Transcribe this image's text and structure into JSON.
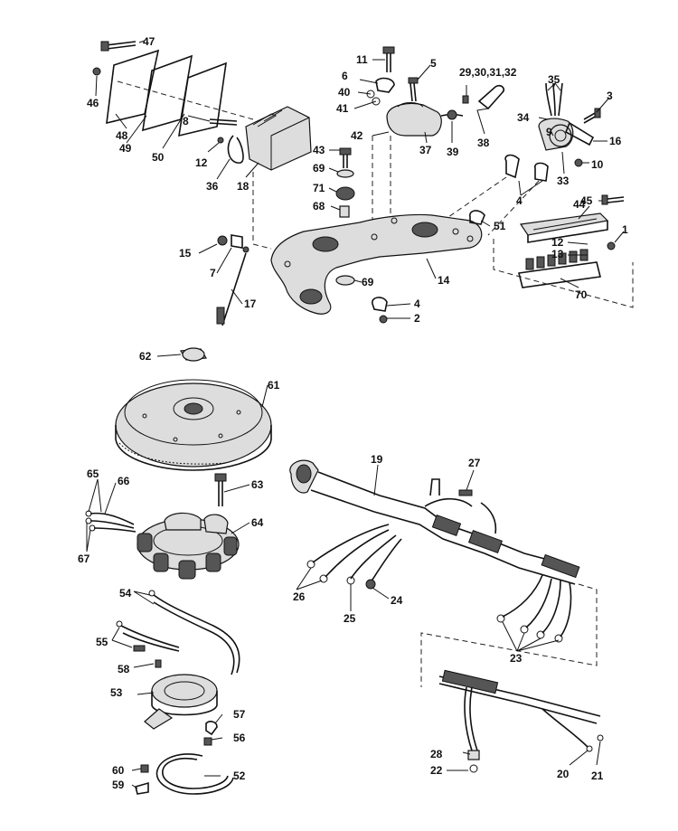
{
  "callouts": {
    "c1": "1",
    "c2": "2",
    "c3": "3",
    "c4a": "4",
    "c4b": "4",
    "c5": "5",
    "c6": "6",
    "c7": "7",
    "c8": "8",
    "c9": "9",
    "c10": "10",
    "c11": "11",
    "c12a": "12",
    "c12b": "12",
    "c13": "13",
    "c14": "14",
    "c15": "15",
    "c16": "16",
    "c17": "17",
    "c18": "18",
    "c19": "19",
    "c20": "20",
    "c21": "21",
    "c22": "22",
    "c23": "23",
    "c24": "24",
    "c25": "25",
    "c26": "26",
    "c27": "27",
    "c28": "28",
    "c29": "29,30,31,32",
    "c33": "33",
    "c34": "34",
    "c35": "35",
    "c36": "36",
    "c37": "37",
    "c38": "38",
    "c39": "39",
    "c40": "40",
    "c41": "41",
    "c42": "42",
    "c43": "43",
    "c44": "44",
    "c45": "45",
    "c46": "46",
    "c47": "47",
    "c48": "48",
    "c49": "49",
    "c50": "50",
    "c51": "51",
    "c52": "52",
    "c53": "53",
    "c54": "54",
    "c55": "55",
    "c56": "56",
    "c57": "57",
    "c58": "58",
    "c59": "59",
    "c60": "60",
    "c61": "61",
    "c62": "62",
    "c63": "63",
    "c64": "64",
    "c65": "65",
    "c66": "66",
    "c67": "67",
    "c68": "68",
    "c69a": "69",
    "c69b": "69",
    "c70": "70",
    "c71": "71"
  }
}
